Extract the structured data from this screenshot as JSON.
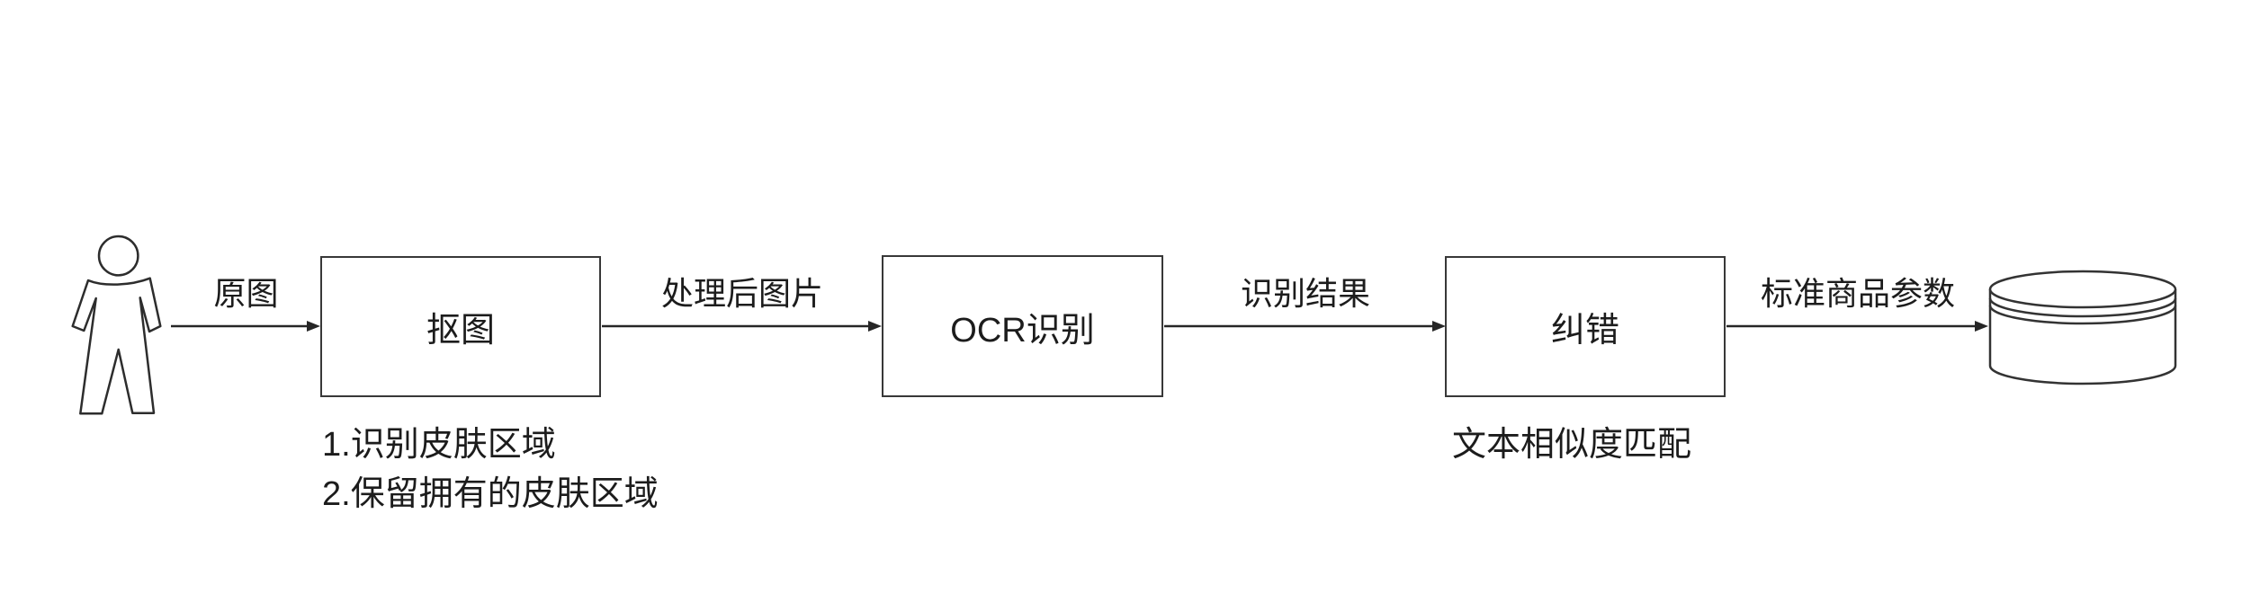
{
  "diagram": {
    "type": "flowchart",
    "actor": {
      "name": "user"
    },
    "nodes": [
      {
        "id": "matting",
        "label": "抠图",
        "note_lines": [
          "1.识别皮肤区域",
          "2.保留拥有的皮肤区域"
        ]
      },
      {
        "id": "ocr",
        "label": "OCR识别"
      },
      {
        "id": "correction",
        "label": "纠错",
        "note_lines": [
          "文本相似度匹配"
        ]
      }
    ],
    "edges": [
      {
        "id": "original-image",
        "label": "原图"
      },
      {
        "id": "processed-image",
        "label": "处理后图片"
      },
      {
        "id": "recognition-result",
        "label": "识别结果"
      },
      {
        "id": "standard-product-params",
        "label": "标准商品参数"
      }
    ],
    "datastore": {
      "id": "database"
    },
    "colors": {
      "background": "#ffffff",
      "stroke": "#333333",
      "text": "#1c1c1c"
    }
  }
}
